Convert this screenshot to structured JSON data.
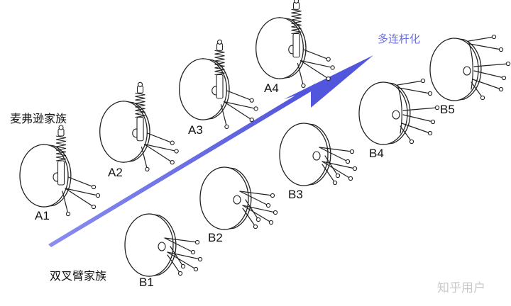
{
  "families": {
    "macpherson": "麦弗逊家族",
    "double_wishbone": "双叉臂家族"
  },
  "trend": {
    "label": "多连杆化",
    "color": "#6b6fe0"
  },
  "wheels": [
    {
      "id": "A1",
      "type": "macpherson"
    },
    {
      "id": "A2",
      "type": "macpherson"
    },
    {
      "id": "A3",
      "type": "macpherson"
    },
    {
      "id": "A4",
      "type": "macpherson"
    },
    {
      "id": "B1",
      "type": "double_wishbone"
    },
    {
      "id": "B2",
      "type": "double_wishbone"
    },
    {
      "id": "B3",
      "type": "double_wishbone"
    },
    {
      "id": "B4",
      "type": "multilink"
    },
    {
      "id": "B5",
      "type": "multilink"
    }
  ],
  "watermark": "知乎用户"
}
